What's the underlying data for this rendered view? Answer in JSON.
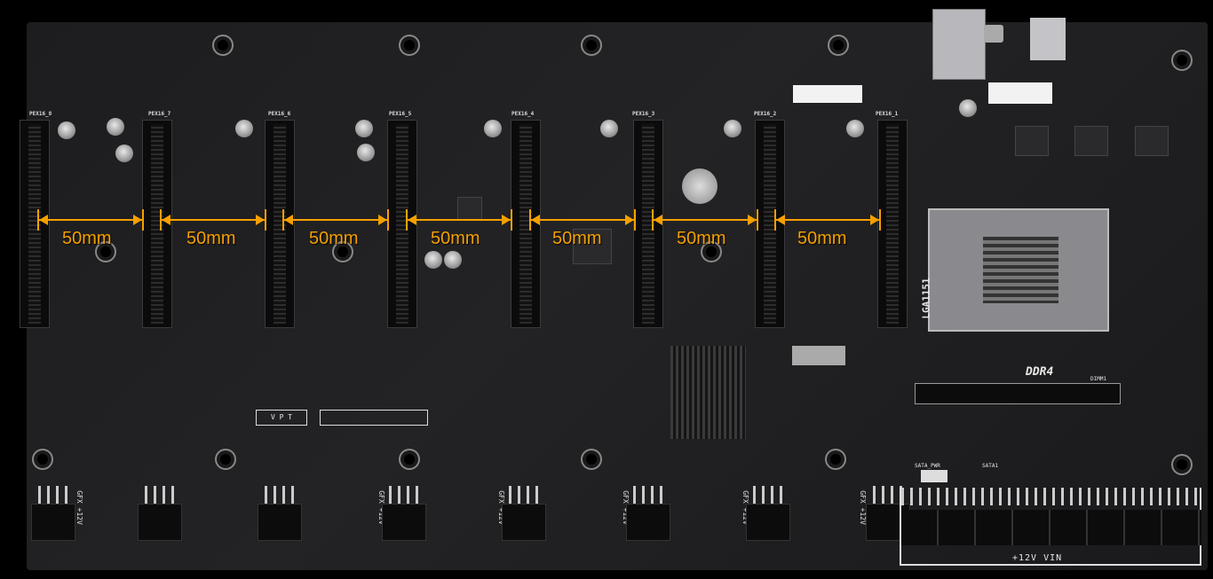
{
  "slots": [
    {
      "label": "PEX16_8"
    },
    {
      "label": "PEX16_7"
    },
    {
      "label": "PEX16_6"
    },
    {
      "label": "PEX16_5"
    },
    {
      "label": "PEX16_4"
    },
    {
      "label": "PEX16_3"
    },
    {
      "label": "PEX16_2"
    },
    {
      "label": "PEX16_1"
    }
  ],
  "spacing_annotations": [
    "50mm",
    "50mm",
    "50mm",
    "50mm",
    "50mm",
    "50mm",
    "50mm"
  ],
  "annotation_color": "#f5a000",
  "silkscreen": {
    "socket": "LGA1151",
    "memory": "DDR4",
    "dimm": "DIMM1",
    "power_input": "+12V VIN",
    "gfx_power": "GFX +12V",
    "sata_power": "SATA_PWR",
    "sata": "SATA1",
    "vpt": "V P T"
  }
}
